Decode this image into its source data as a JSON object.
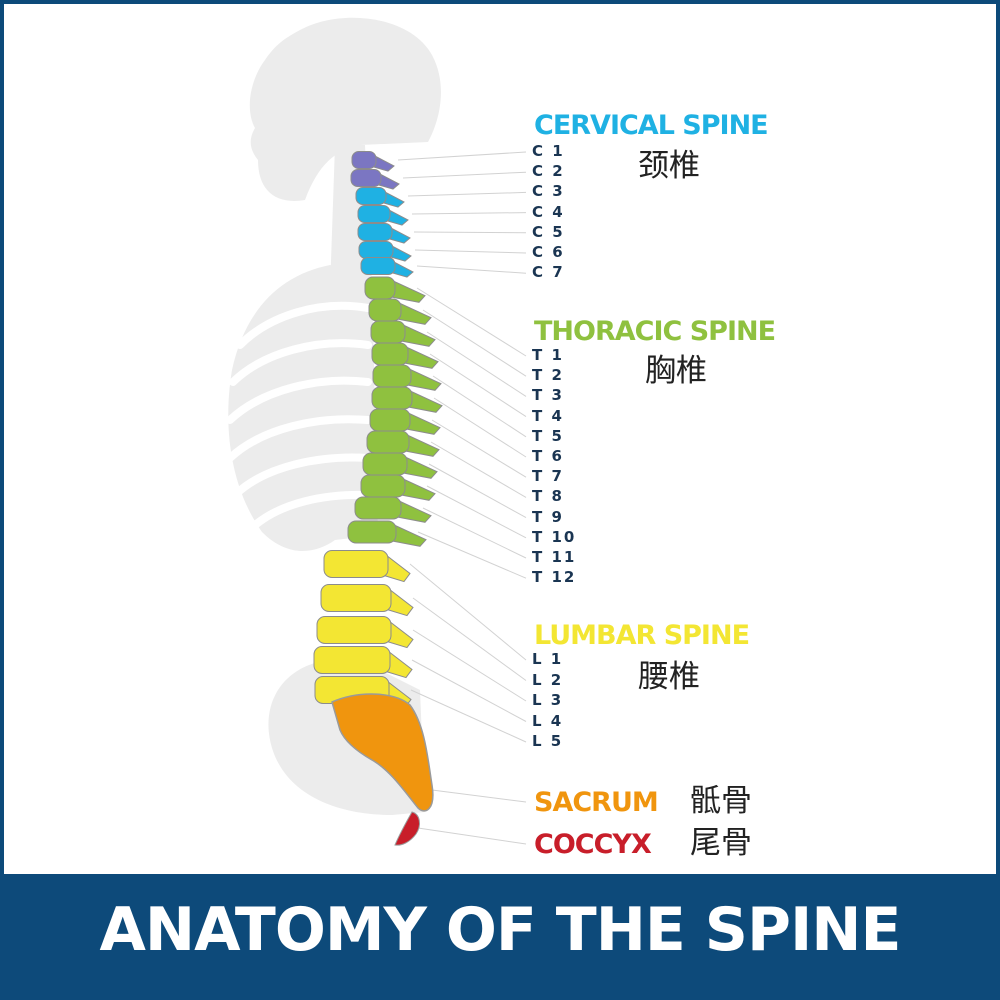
{
  "colors": {
    "cervical_top": "#7b76c2",
    "cervical": "#1fb1e3",
    "thoracic": "#8fc13f",
    "lumbar": "#f3e633",
    "sacrum": "#f0950e",
    "coccyx": "#c81e2a",
    "vertebra_label": "#1a3552",
    "footer_bg": "#0d4a7a",
    "silhouette": "#ececec"
  },
  "sections": {
    "cervical": {
      "title": "CERVICAL SPINE",
      "title_cn": "颈椎",
      "labels": [
        "C 1",
        "C 2",
        "C 3",
        "C 4",
        "C 5",
        "C 6",
        "C 7"
      ]
    },
    "thoracic": {
      "title": "THORACIC SPINE",
      "title_cn": "胸椎",
      "labels": [
        "T 1",
        "T 2",
        "T 3",
        "T 4",
        "T 5",
        "T 6",
        "T 7",
        "T 8",
        "T 9",
        "T 10",
        "T 11",
        "T 12"
      ]
    },
    "lumbar": {
      "title": "LUMBAR SPINE",
      "title_cn": "腰椎",
      "labels": [
        "L 1",
        "L 2",
        "L 3",
        "L 4",
        "L 5"
      ]
    },
    "sacrum": {
      "title": "SACRUM",
      "title_cn": "骶骨"
    },
    "coccyx": {
      "title": "COCCYX",
      "title_cn": "尾骨"
    }
  },
  "footer": {
    "title": "ANATOMY OF THE SPINE"
  },
  "icons": {
    "figure": "human-skeleton-silhouette-icon"
  }
}
